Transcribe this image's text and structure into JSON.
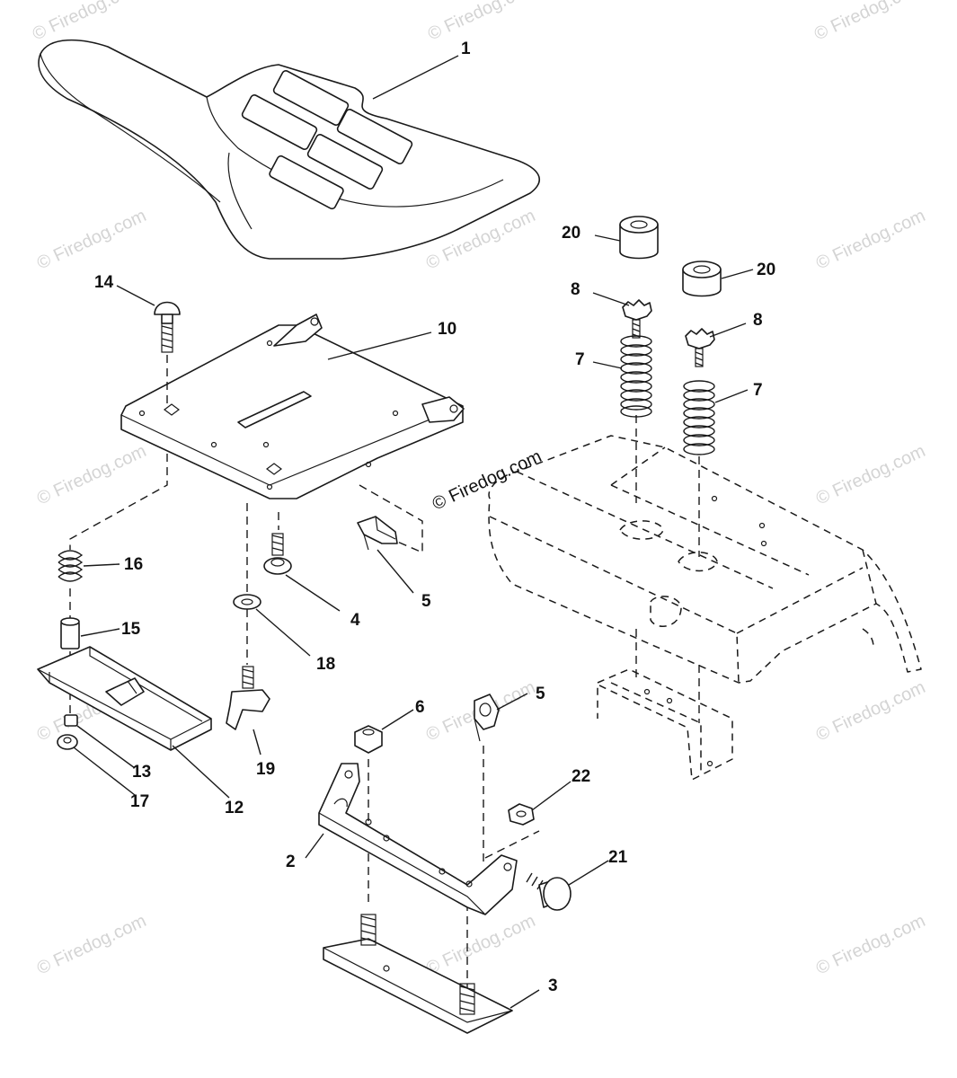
{
  "watermark": "© Firedog.com",
  "brand_label": "© Firedog.com",
  "callouts": {
    "c1": "1",
    "c2": "2",
    "c3": "3",
    "c4": "4",
    "c5a": "5",
    "c5b": "5",
    "c6": "6",
    "c7a": "7",
    "c7b": "7",
    "c8a": "8",
    "c8b": "8",
    "c10": "10",
    "c12": "12",
    "c13": "13",
    "c14": "14",
    "c15": "15",
    "c16": "16",
    "c17": "17",
    "c18": "18",
    "c19": "19",
    "c20a": "20",
    "c20b": "20",
    "c21": "21",
    "c22": "22"
  },
  "colors": {
    "line": "#1a1a1a",
    "watermark": "#d4d4d4",
    "background": "#ffffff"
  }
}
